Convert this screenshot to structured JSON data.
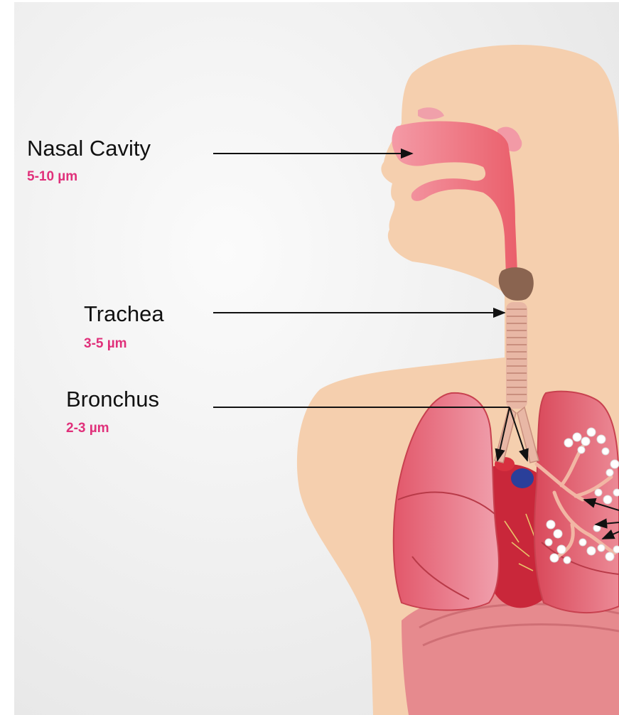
{
  "labels": [
    {
      "id": "nasal",
      "name": "Nasal Cavity",
      "size": "5-10 µm"
    },
    {
      "id": "trachea",
      "name": "Trachea",
      "size": "3-5 µm"
    },
    {
      "id": "bronchus",
      "name": "Bronchus",
      "size": "2-3 µm"
    }
  ],
  "colors": {
    "size_text": "#e0307a",
    "skin": "#f5cfae",
    "airway": "#ef6f78",
    "lung": "#e25866",
    "background": "#eeeeee"
  }
}
